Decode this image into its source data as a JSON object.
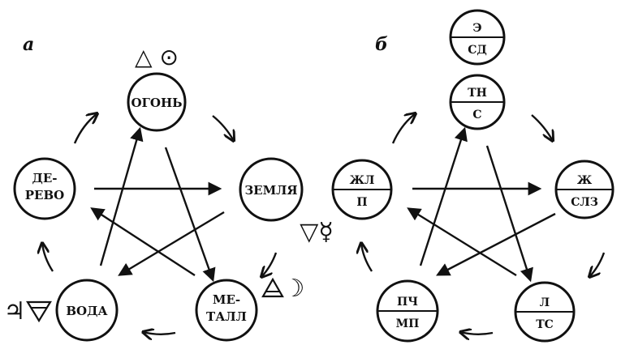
{
  "panels": {
    "a": {
      "letter": "а",
      "nodes": {
        "fire": "ОГОНЬ",
        "earth": "ЗЕМЛЯ",
        "metal": [
          "МЕ-",
          "ТАЛЛ"
        ],
        "water": "ВОДА",
        "wood": [
          "ДЕ-",
          "РЕВО"
        ]
      },
      "symbols": {
        "fire": "△ ⊙",
        "earth": "▽☿",
        "metal": "☽",
        "water": "♃"
      }
    },
    "b": {
      "letter": "б",
      "nodes": {
        "top_extra": {
          "top": "Э",
          "bottom": "СД"
        },
        "fire": {
          "top": "ТН",
          "bottom": "С"
        },
        "earth": {
          "top": "Ж",
          "bottom": "СЛЗ"
        },
        "metal": {
          "top": "Л",
          "bottom": "ТС"
        },
        "water": {
          "top": "ПЧ",
          "bottom": "МП"
        },
        "wood": {
          "top": "ЖЛ",
          "bottom": "П"
        }
      }
    }
  }
}
